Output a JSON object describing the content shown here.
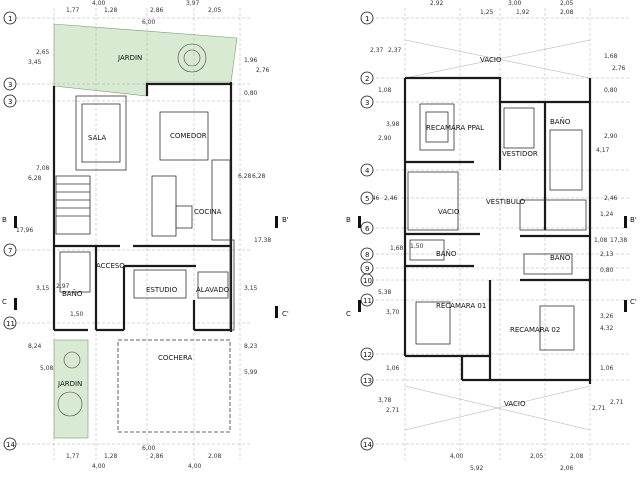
{
  "left_plan": {
    "top_dims_row1": [
      "1,77",
      "4,00",
      "1,28",
      "2,86",
      "3,97",
      "2,05"
    ],
    "top_dims_row2": "6,00",
    "bottom_dims_row1": [
      "1,77",
      "1,28",
      "2,86",
      "2,08"
    ],
    "bottom_dims_row2": [
      "4,00",
      "6,00",
      "4,00"
    ],
    "left_dims": [
      "2,65",
      "3,45",
      "7,08",
      "6,28",
      "17,96",
      "3,15",
      "2,97",
      "1,50",
      "8,24",
      "5,08"
    ],
    "right_dims": [
      "1,96",
      "2,76",
      "0,80",
      "6,28",
      "6,28",
      "17,38",
      "3,15",
      "8,23",
      "5,99"
    ],
    "rooms": [
      "JARDIN",
      "SALA",
      "COMEDOR",
      "COCINA",
      "ACCESO",
      "BAÑO",
      "ESTUDIO",
      "ALAVADO",
      "COCHERA",
      "JARDIN"
    ],
    "axes": [
      "1",
      "3",
      "3",
      "7",
      "11",
      "14"
    ],
    "sections": [
      "B",
      "B'",
      "C",
      "C'"
    ]
  },
  "right_plan": {
    "top_dims_row1": [
      "2,92",
      "3,00",
      "2,05"
    ],
    "top_dims_row2": [
      "1,25",
      "1,92",
      "2,08"
    ],
    "bottom_dims_row1": [
      "4,00",
      "2,05",
      "2,08"
    ],
    "bottom_dims_row2": [
      "5,92",
      "2,06"
    ],
    "left_dims": [
      "2,37",
      "2,37",
      "1,08",
      "3,98",
      "2,90",
      "2,46",
      "2,46",
      "1,68",
      "1,50",
      "5,38",
      "3,70",
      "1,06",
      "3,78",
      "2,71"
    ],
    "right_dims": [
      "1,68",
      "2,76",
      "0,80",
      "2,90",
      "4,17",
      "2,46",
      "1,24",
      "1,08",
      "17,38",
      "2,13",
      "0,80",
      "3,26",
      "4,32",
      "1,06",
      "2,71",
      "2,71"
    ],
    "rooms": [
      "VACIO",
      "RECAMARA PPAL",
      "VESTIDOR",
      "BAÑO",
      "VACIO",
      "VESTIBULO",
      "BAÑO",
      "BAÑO",
      "RECAMARA 01",
      "RECAMARA 02",
      "VACIO"
    ],
    "axes": [
      "1",
      "2",
      "3",
      "4",
      "5",
      "6",
      "8",
      "9",
      "10",
      "11",
      "12",
      "13",
      "14"
    ],
    "sections": [
      "B",
      "B'",
      "C",
      "C'"
    ]
  },
  "colors": {
    "garden": "#d9ead3",
    "wall": "#1a1a1a",
    "line": "#555555"
  }
}
